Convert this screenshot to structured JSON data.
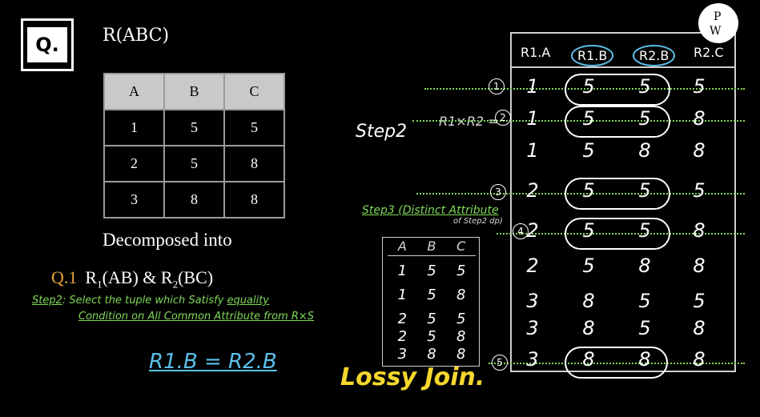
{
  "question_badge": "Q.",
  "relation": {
    "title": "R(ABC)",
    "columns": [
      "A",
      "B",
      "C"
    ],
    "rows": [
      [
        "1",
        "5",
        "5"
      ],
      [
        "2",
        "5",
        "8"
      ],
      [
        "3",
        "8",
        "8"
      ]
    ]
  },
  "decomposed_text": "Decomposed into",
  "q1": {
    "num": "Q.1",
    "r1": "R",
    "r1_sub": "1",
    "r1_args": "(AB) & ",
    "r2": "R",
    "r2_sub": "2",
    "r2_args": "(BC)"
  },
  "step2_note": {
    "line1_prefix": "Step2",
    "line1_rest": ": Select the tuple which Satisfy ",
    "line1_underlined": "equality",
    "line2": "Condition on All Common Attribute from R×S"
  },
  "join_condition": "R1.B = R2.B",
  "step2_label": "Step2",
  "r1xr2_label": "R1×R2 =",
  "step3_label": "Step3 (Distinct Attribute",
  "step3_sub": "of Step2 dp)",
  "result_table": {
    "columns": [
      "A",
      "B",
      "C"
    ],
    "rows": [
      [
        "1",
        "5",
        "5"
      ],
      [
        "1",
        "5",
        "8"
      ],
      [
        "2",
        "5",
        "5"
      ],
      [
        "2",
        "5",
        "8"
      ],
      [
        "3",
        "8",
        "8"
      ]
    ]
  },
  "lossy_join": "Lossy Join.",
  "join_table": {
    "headers": [
      "R1.A",
      "R1.B",
      "R2.B",
      "R2.C"
    ],
    "rows": [
      [
        "1",
        "5",
        "5",
        "5"
      ],
      [
        "1",
        "5",
        "5",
        "8"
      ],
      [
        "1",
        "5",
        "8",
        "8"
      ],
      [
        "2",
        "5",
        "5",
        "5"
      ],
      [
        "2",
        "5",
        "5",
        "8"
      ],
      [
        "2",
        "5",
        "8",
        "8"
      ],
      [
        "3",
        "8",
        "5",
        "5"
      ],
      [
        "3",
        "8",
        "5",
        "8"
      ],
      [
        "3",
        "8",
        "8",
        "8"
      ]
    ],
    "markers": [
      "1",
      "2",
      "3",
      "4",
      "5"
    ]
  },
  "logo": {
    "p": "P",
    "w": "W"
  },
  "colors": {
    "accent_green": "#7ed957",
    "accent_blue": "#5bc0eb",
    "accent_yellow": "#f5d72e",
    "q_orange": "#e6a23c"
  }
}
